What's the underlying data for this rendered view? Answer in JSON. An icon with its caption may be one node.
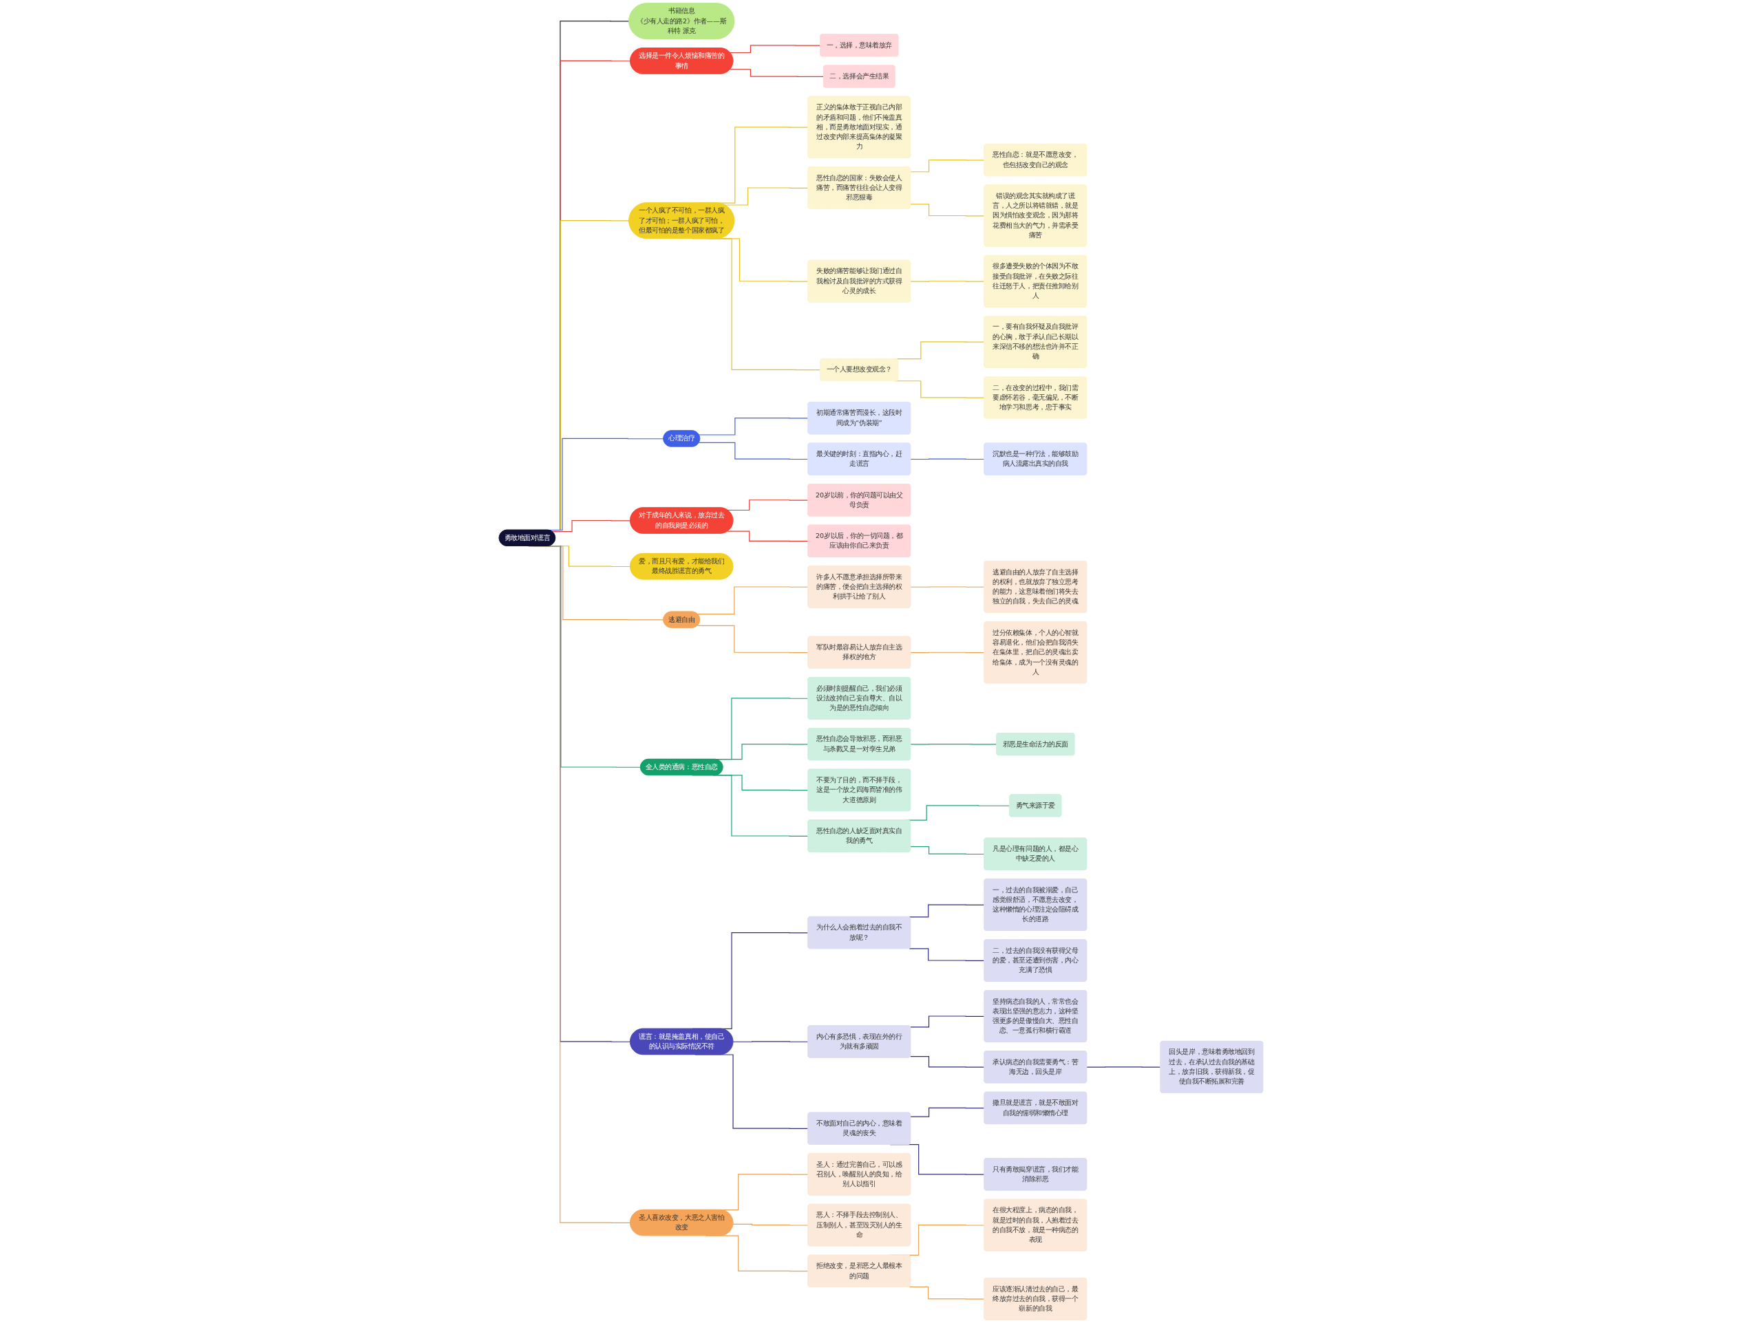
{
  "diagram": {
    "nodes": [
      {
        "text": [
          "勇敢地面对谎言"
        ]
      },
      {
        "text": [
          "书籍信息",
          "《少有人走的路2》作者——斯科特 派克"
        ]
      },
      {
        "text": [
          "选择是一件令人烦恼和痛苦的事情"
        ]
      },
      {
        "text": [
          "一，选择，意味着放弃"
        ]
      },
      {
        "text": [
          "二，选择会产生结果"
        ]
      },
      {
        "text": [
          "一个人疯了不可怕，一群人疯了才可怕；一群人疯了可怕，但最可怕的是整个国家都疯了"
        ]
      },
      {
        "text": [
          "正义的集体敢于正视自己内部的矛盾和问题，他们不掩盖真相，而是勇敢地面对现实，通过改变内部来提高集体的凝聚力"
        ]
      },
      {
        "text": [
          "恶性自恋的国家：失败会使人痛苦，而痛苦往往会让人变得邪恶狠毒"
        ]
      },
      {
        "text": [
          "恶性自恋：就是不愿意改变，也包括改变自己的观念"
        ]
      },
      {
        "text": [
          "错误的观念其实就构成了谎言，人之所以将错就错，就是因为惧怕改变观念，因为那将花费相当大的气力，并需承受痛苦"
        ]
      },
      {
        "text": [
          "失败的痛苦能够让我们通过自我检讨及自我批评的方式获得心灵的成长"
        ]
      },
      {
        "text": [
          "很多遭受失败的个体因为不敢接受自我批评，在失败之际往往迁怒于人，把责任推卸给别人"
        ]
      },
      {
        "text": [
          "一个人要想改变观念？"
        ]
      },
      {
        "text": [
          "一，要有自我怀疑及自我批评的心胸，敢于承认自己长期以来深信不移的想法也许并不正确"
        ]
      },
      {
        "text": [
          "二，在改变的过程中，我们需要虚怀若谷，毫无偏见，不断地学习和思考，忠于事实"
        ]
      },
      {
        "text": [
          "心理治疗"
        ]
      },
      {
        "text": [
          "初期通常痛苦而漫长，这段时间成为“伪装期”"
        ]
      },
      {
        "text": [
          "最关键的时刻：直指内心，赶走谎言"
        ]
      },
      {
        "text": [
          "沉默也是一种疗法，能够鼓励病人流露出真实的自我"
        ]
      },
      {
        "text": [
          "对于成年的人来说，放弃过去的自我则是必须的"
        ]
      },
      {
        "text": [
          "20岁以前，你的问题可以由父母负责"
        ]
      },
      {
        "text": [
          "20岁以后，你的一切问题，都应该由你自己来负责"
        ]
      },
      {
        "text": [
          "爱，而且只有爱，才能给我们最终战胜谎言的勇气"
        ]
      },
      {
        "text": [
          "逃避自由"
        ]
      },
      {
        "text": [
          "许多人不愿意承担选择所带来的痛苦，便会把自主选择的权利拱手让给了别人"
        ]
      },
      {
        "text": [
          "逃避自由的人放弃了自主选择的权利，也就放弃了独立思考的能力，这意味着他们将失去独立的自我，失去自己的灵魂"
        ]
      },
      {
        "text": [
          "军队时最容易让人放弃自主选择权的地方"
        ]
      },
      {
        "text": [
          "过分依赖集体，个人的心智就容易退化，他们会把自我消失在集体里，把自己的灵魂出卖给集体，成为一个没有灵魂的人"
        ]
      },
      {
        "text": [
          "全人类的通病：恶性自恋"
        ]
      },
      {
        "text": [
          "必须时刻提醒自己，我们必须设法改掉自己妄自尊大、自以为是的恶性自恋倾向"
        ]
      },
      {
        "text": [
          "恶性自恋会导致邪恶，而邪恶与杀戮又是一对孪生兄弟"
        ]
      },
      {
        "text": [
          "邪恶是生命活力的反面"
        ]
      },
      {
        "text": [
          "不要为了目的，而不择手段，这是一个放之四海而皆准的伟大道德原则"
        ]
      },
      {
        "text": [
          "恶性自恋的人缺乏面对真实自我的勇气"
        ]
      },
      {
        "text": [
          "勇气来源于爱"
        ]
      },
      {
        "text": [
          "凡是心理有问题的人，都是心中缺乏爱的人"
        ]
      },
      {
        "text": [
          "谎言：就是掩盖真相，使自己的认识与实际情况不符"
        ]
      },
      {
        "text": [
          "为什么人会抱着过去的自我不放呢？"
        ]
      },
      {
        "text": [
          "一，过去的自我被溺爱，自己感觉很舒适，不愿意去改变，这种懒惰的心理注定会阻碍成长的道路"
        ]
      },
      {
        "text": [
          "二，过去的自我没有获得父母的爱，甚至还遭到伤害，内心充满了恐惧"
        ]
      },
      {
        "text": [
          "内心有多恐惧，表现在外的行为就有多顽固"
        ]
      },
      {
        "text": [
          "坚持病态自我的人，常常也会表现出坚强的意志力，这种坚强更多的是傲慢自大、恶性自恋、一意孤行和横行霸道"
        ]
      },
      {
        "text": [
          "承认病态的自我需要勇气：苦海无边，回头是岸"
        ]
      },
      {
        "text": [
          "回头是岸，意味着勇敢地回到过去，在承认过去自我的基础上，放弃旧我，获得新我，促使自我不断拓展和完善"
        ]
      },
      {
        "text": [
          "不敢面对自己的内心，意味着灵魂的丧失"
        ]
      },
      {
        "text": [
          "撒旦就是谎言，就是不敢面对自我的懦弱和懒惰心理"
        ]
      },
      {
        "text": [
          "只有勇敢揭穿谎言，我们才能消除邪恶"
        ]
      },
      {
        "text": [
          "圣人喜欢改变，大恶之人害怕改变"
        ]
      },
      {
        "text": [
          "圣人：通过完善自己，可以感召别人，唤醒别人的良知，给别人以指引"
        ]
      },
      {
        "text": [
          "恶人：不择手段去控制别人、压制别人，甚至毁灭别人的生命"
        ]
      },
      {
        "text": [
          "拒绝改变，是邪恶之人最根本的问题"
        ]
      },
      {
        "text": [
          "在很大程度上，病态的自我，就是过时的自我，人抱着过去的自我不放，就是一种病态的表现"
        ]
      },
      {
        "text": [
          "应该逐渐认清过去的自己，最终放弃过去的自我，获得一个崭新的自我"
        ]
      }
    ],
    "edges": [
      {
        "from": 0,
        "to": 1,
        "arrow": "none",
        "color": "#222222"
      },
      {
        "from": 0,
        "to": 2,
        "arrow": "none",
        "color": "#e53935"
      },
      {
        "from": 2,
        "to": 3,
        "arrow": "none",
        "color": "#e53935"
      },
      {
        "from": 2,
        "to": 4,
        "arrow": "none",
        "color": "#e53935"
      },
      {
        "from": 0,
        "to": 5,
        "arrow": "none",
        "color": "#e6c21c"
      },
      {
        "from": 5,
        "to": 6,
        "arrow": "none",
        "color": "#e6c21c"
      },
      {
        "from": 5,
        "to": 7,
        "arrow": "none",
        "color": "#e6c21c"
      },
      {
        "from": 7,
        "to": 8,
        "arrow": "none",
        "color": "#e6c21c"
      },
      {
        "from": 7,
        "to": 9,
        "arrow": "none",
        "color": "#e6c21c"
      },
      {
        "from": 5,
        "to": 10,
        "arrow": "none",
        "color": "#e6c21c"
      },
      {
        "from": 10,
        "to": 11,
        "arrow": "none",
        "color": "#e6c21c"
      },
      {
        "from": 5,
        "to": 12,
        "arrow": "none",
        "color": "#e6c21c"
      },
      {
        "from": 12,
        "to": 13,
        "arrow": "none",
        "color": "#e6c21c"
      },
      {
        "from": 12,
        "to": 14,
        "arrow": "none",
        "color": "#e6c21c"
      },
      {
        "from": 0,
        "to": 15,
        "arrow": "none",
        "color": "#3f5fe6"
      },
      {
        "from": 15,
        "to": 16,
        "arrow": "none",
        "color": "#3f5fe6"
      },
      {
        "from": 15,
        "to": 17,
        "arrow": "none",
        "color": "#3f5fe6"
      },
      {
        "from": 17,
        "to": 18,
        "arrow": "none",
        "color": "#3f5fe6"
      },
      {
        "from": 0,
        "to": 19,
        "arrow": "none",
        "color": "#e53935"
      },
      {
        "from": 19,
        "to": 20,
        "arrow": "none",
        "color": "#e53935"
      },
      {
        "from": 19,
        "to": 21,
        "arrow": "none",
        "color": "#e53935"
      },
      {
        "from": 0,
        "to": 22,
        "arrow": "none",
        "color": "#e6c21c"
      },
      {
        "from": 0,
        "to": 23,
        "arrow": "none",
        "color": "#e8a050"
      },
      {
        "from": 23,
        "to": 24,
        "arrow": "none",
        "color": "#e8a050"
      },
      {
        "from": 24,
        "to": 25,
        "arrow": "none",
        "color": "#e8a050"
      },
      {
        "from": 23,
        "to": 26,
        "arrow": "none",
        "color": "#e8a050"
      },
      {
        "from": 26,
        "to": 27,
        "arrow": "none",
        "color": "#e8a050"
      },
      {
        "from": 0,
        "to": 28,
        "arrow": "none",
        "color": "#1aa36f"
      },
      {
        "from": 28,
        "to": 29,
        "arrow": "none",
        "color": "#1aa36f"
      },
      {
        "from": 28,
        "to": 30,
        "arrow": "none",
        "color": "#1aa36f"
      },
      {
        "from": 30,
        "to": 31,
        "arrow": "none",
        "color": "#1aa36f"
      },
      {
        "from": 28,
        "to": 32,
        "arrow": "none",
        "color": "#1aa36f"
      },
      {
        "from": 28,
        "to": 33,
        "arrow": "none",
        "color": "#1aa36f"
      },
      {
        "from": 33,
        "to": 34,
        "arrow": "none",
        "color": "#1aa36f"
      },
      {
        "from": 33,
        "to": 35,
        "arrow": "none",
        "color": "#1aa36f"
      },
      {
        "from": 0,
        "to": 36,
        "arrow": "none",
        "color": "#2e2b7e"
      },
      {
        "from": 36,
        "to": 37,
        "arrow": "none",
        "color": "#2e2b7e"
      },
      {
        "from": 37,
        "to": 38,
        "arrow": "none",
        "color": "#2e2b7e"
      },
      {
        "from": 37,
        "to": 39,
        "arrow": "none",
        "color": "#2e2b7e"
      },
      {
        "from": 36,
        "to": 40,
        "arrow": "none",
        "color": "#2e2b7e"
      },
      {
        "from": 40,
        "to": 41,
        "arrow": "none",
        "color": "#2e2b7e"
      },
      {
        "from": 40,
        "to": 42,
        "arrow": "none",
        "color": "#2e2b7e"
      },
      {
        "from": 42,
        "to": 43,
        "arrow": "none",
        "color": "#2e2b7e"
      },
      {
        "from": 36,
        "to": 44,
        "arrow": "none",
        "color": "#2e2b7e"
      },
      {
        "from": 44,
        "to": 45,
        "arrow": "none",
        "color": "#2e2b7e"
      },
      {
        "from": 44,
        "to": 46,
        "arrow": "none",
        "color": "#2e2b7e"
      },
      {
        "from": 0,
        "to": 47,
        "arrow": "none",
        "color": "#e8a050"
      },
      {
        "from": 47,
        "to": 48,
        "arrow": "none",
        "color": "#e8a050"
      },
      {
        "from": 47,
        "to": 49,
        "arrow": "none",
        "color": "#e8a050"
      },
      {
        "from": 47,
        "to": 50,
        "arrow": "none",
        "color": "#e8a050"
      },
      {
        "from": 50,
        "to": 51,
        "arrow": "none",
        "color": "#e8a050"
      },
      {
        "from": 50,
        "to": 52,
        "arrow": "none",
        "color": "#e8a050"
      }
    ]
  }
}
